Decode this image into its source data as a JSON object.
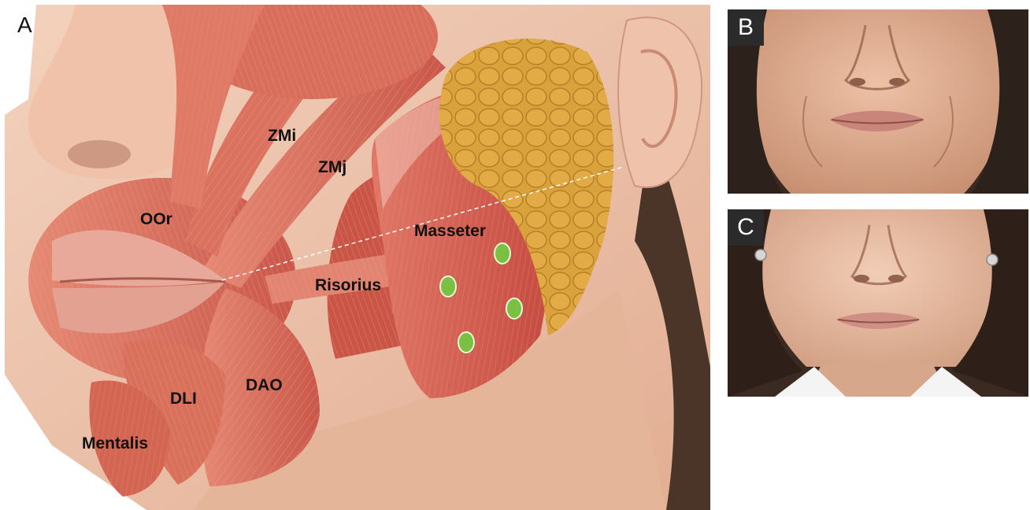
{
  "panels": {
    "a": {
      "letter": "A"
    },
    "b": {
      "letter": "B"
    },
    "c": {
      "letter": "C"
    }
  },
  "labels": {
    "zmi": "ZMi",
    "zmj": "ZMj",
    "oor": "OOr",
    "masseter": "Masseter",
    "risorius": "Risorius",
    "dao": "DAO",
    "dli": "DLI",
    "mentalis": "Mentalis"
  },
  "colors": {
    "muscle": "#d9705c",
    "muscle_dark": "#b94a3a",
    "skin": "#f0c7ae",
    "parotid_gland": "#d9a23c",
    "injection_point": "#7ac143",
    "hair": "#4a3528"
  },
  "injection_points_count": 4
}
